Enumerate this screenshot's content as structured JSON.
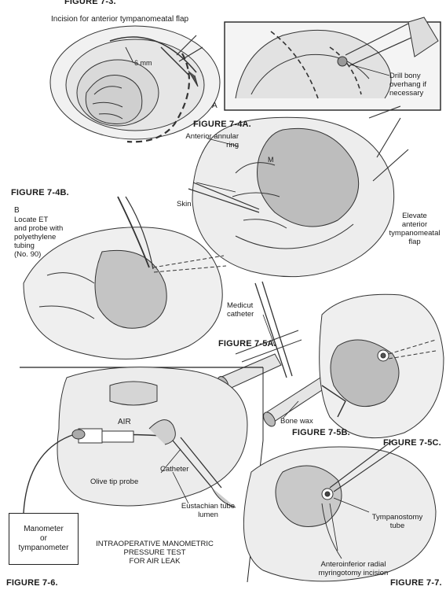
{
  "figures": {
    "fig_7_3": {
      "title": "FIGURE 7-3.",
      "caption": "Incision for anterior tympanomeatal flap",
      "measure": "6 mm"
    },
    "fig_7_4a": {
      "title": "FIGURE 7-4A.",
      "panel_letter": "A",
      "drill_note": [
        "Drill bony",
        "overhang if",
        "necessary"
      ],
      "anterior_annular_ring": [
        "Anterior annular",
        "ring"
      ],
      "m_label": "M",
      "skin": "Skin",
      "elevate": [
        "Elevate",
        "anterior",
        "tympanomeatal",
        "flap"
      ]
    },
    "fig_7_4b": {
      "title": "FIGURE 7-4B.",
      "panel_letter": "B",
      "note": [
        "Locate ET",
        "and probe with",
        "polyethylene",
        "tubing",
        "(No. 90)"
      ]
    },
    "fig_7_5a": {
      "title": "FIGURE 7-5A.",
      "medicut": [
        "Medicut",
        "catheter"
      ]
    },
    "fig_7_5b": {
      "title": "FIGURE 7-5B.",
      "bone_wax": "Bone wax"
    },
    "fig_7_5c": {
      "title": "FIGURE 7-5C."
    },
    "fig_7_6": {
      "title": "FIGURE 7-6.",
      "air": "AIR",
      "olive_tip_probe": "Olive tip probe",
      "catheter": "Catheter",
      "eustachian": [
        "Eustachian tube",
        "lumen"
      ],
      "manometer": [
        "Manometer",
        "or",
        "tympanometer"
      ],
      "test_caption": [
        "INTRAOPERATIVE MANOMETRIC",
        "PRESSURE TEST",
        "FOR AIR LEAK"
      ]
    },
    "fig_7_7": {
      "title": "FIGURE 7-7.",
      "tympanostomy": [
        "Tympanostomy",
        "tube"
      ],
      "incision": [
        "Anteroinferior radial",
        "myringotomy incision"
      ]
    }
  }
}
